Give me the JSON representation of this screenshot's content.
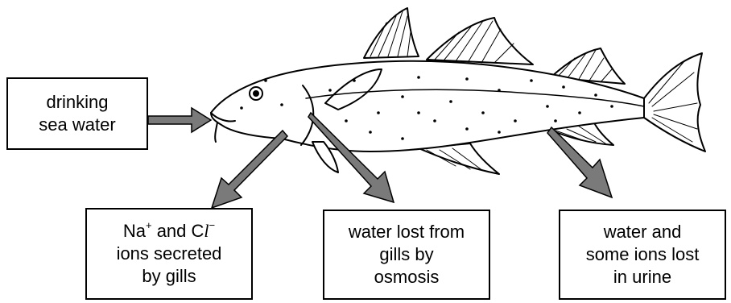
{
  "labels": {
    "drinking": {
      "line1": "drinking",
      "line2": "sea water"
    },
    "ions": {
      "na": "Na",
      "na_charge": "+",
      "and": " and C",
      "l": "l",
      "l_charge": "−",
      "line2": "ions secreted",
      "line3": "by gills"
    },
    "osmosis": {
      "line1": "water lost from",
      "line2": "gills by",
      "line3": "osmosis"
    },
    "urine": {
      "line1": "water and",
      "line2": "some ions lost",
      "line3": "in urine"
    }
  },
  "colors": {
    "arrow_fill": "#7a7a7a",
    "arrow_stroke": "#000000",
    "fish_outline": "#000000"
  }
}
